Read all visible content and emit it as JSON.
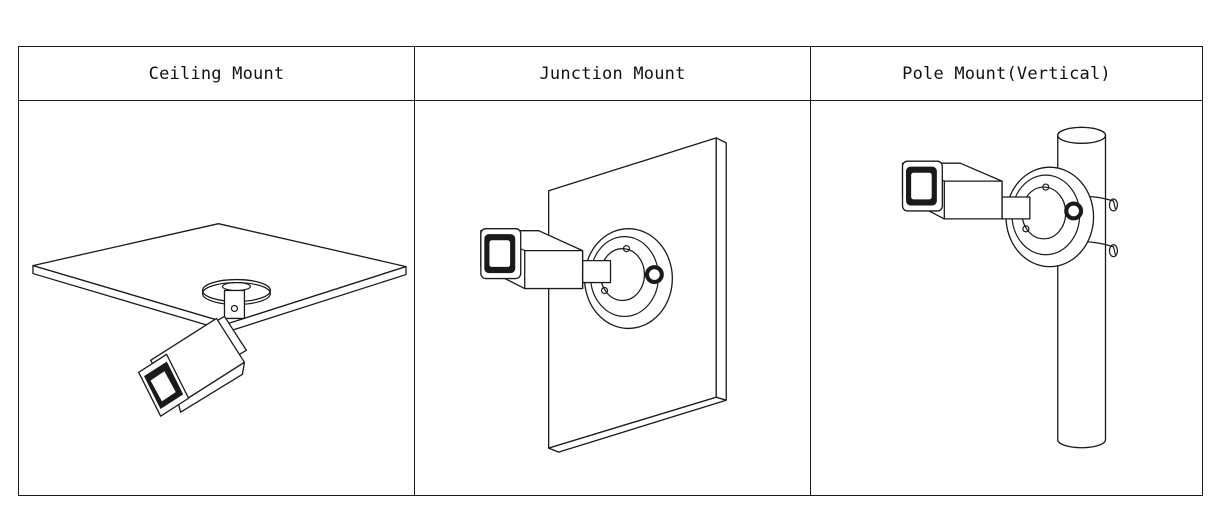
{
  "mount_types": [
    {
      "label": "Ceiling Mount"
    },
    {
      "label": "Junction Mount"
    },
    {
      "label": "Pole Mount(Vertical)"
    }
  ]
}
